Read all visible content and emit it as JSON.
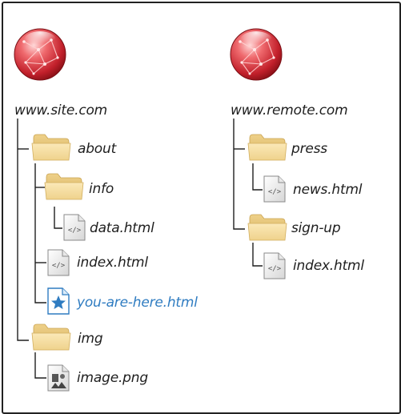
{
  "left_site": {
    "domain": "www.site.com",
    "icon": "globe-icon",
    "items": {
      "about": "about",
      "info": "info",
      "data_html": "data.html",
      "index_html": "index.html",
      "you_are_here": "you-are-here.html",
      "img": "img",
      "image_png": "image.png"
    }
  },
  "right_site": {
    "domain": "www.remote.com",
    "icon": "globe-icon",
    "items": {
      "press": "press",
      "news_html": "news.html",
      "sign_up": "sign-up",
      "index_html": "index.html"
    }
  },
  "colors": {
    "text": "#1e1e1e",
    "highlight": "#2f7cc1",
    "folder": "#f3dc9a",
    "globe": "#d9343f",
    "connector": "#1e1e1e"
  }
}
